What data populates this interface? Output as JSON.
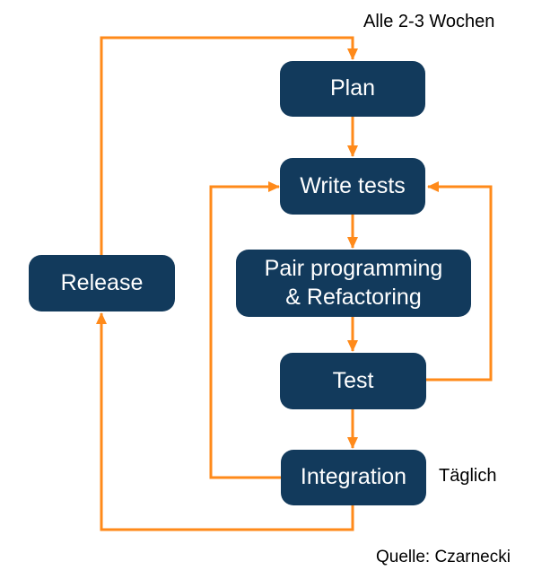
{
  "diagram": {
    "title_hint": "XP development cycle flowchart",
    "colors": {
      "node_fill": "#123A5C",
      "node_text": "#FFFFFF",
      "arrow": "#FF8A1A",
      "label_text": "#000000"
    },
    "nodes": [
      {
        "id": "plan",
        "label": "Plan"
      },
      {
        "id": "write-tests",
        "label": "Write tests"
      },
      {
        "id": "pair-programming",
        "label": "Pair programming\n& Refactoring"
      },
      {
        "id": "test",
        "label": "Test"
      },
      {
        "id": "integration",
        "label": "Integration"
      },
      {
        "id": "release",
        "label": "Release"
      }
    ],
    "edges": [
      {
        "from": "plan",
        "to": "write-tests"
      },
      {
        "from": "write-tests",
        "to": "pair-programming"
      },
      {
        "from": "pair-programming",
        "to": "test"
      },
      {
        "from": "test",
        "to": "integration"
      },
      {
        "from": "test",
        "to": "write-tests"
      },
      {
        "from": "integration",
        "to": "write-tests"
      },
      {
        "from": "integration",
        "to": "release"
      },
      {
        "from": "release",
        "to": "plan",
        "label": "Alle 2-3 Wochen"
      }
    ],
    "annotations": {
      "cycle_label": "Alle 2-3 Wochen",
      "daily_label": "Täglich",
      "source_label": "Quelle: Czarnecki"
    }
  }
}
